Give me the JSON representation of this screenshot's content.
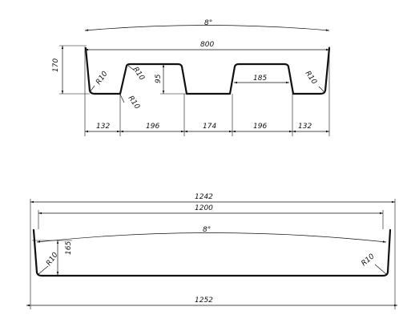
{
  "top_drawing": {
    "angle_label": "8°",
    "overall_width": "800",
    "height": "170",
    "rib_height": "95",
    "rib_top_width": "185",
    "radius_labels": [
      "R10",
      "R10",
      "R10",
      "R10"
    ],
    "bottom_dims": [
      "132",
      "196",
      "174",
      "196",
      "132"
    ]
  },
  "bottom_drawing": {
    "outer_width": "1242",
    "inner_width": "1200",
    "angle_label": "8°",
    "height": "165",
    "radius_labels": [
      "R10",
      "R10"
    ],
    "overall_width": "1252"
  }
}
